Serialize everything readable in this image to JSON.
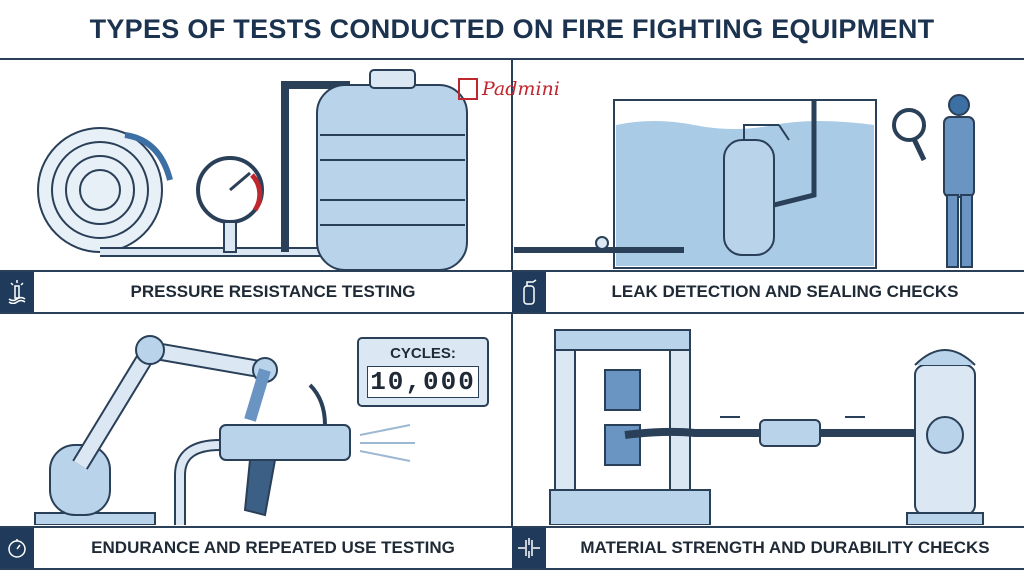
{
  "title": "TYPES OF TESTS CONDUCTED ON FIRE FIGHTING EQUIPMENT",
  "logo": {
    "text": "Padmini",
    "color": "#c0262d"
  },
  "panels": [
    {
      "label": "PRESSURE RESISTANCE TESTING",
      "icon": "pressure-icon"
    },
    {
      "label": "LEAK DETECTION AND SEALING CHECKS",
      "icon": "fire-extinguisher-icon"
    },
    {
      "label": "ENDURANCE AND REPEATED USE TESTING",
      "icon": "stopwatch-icon"
    },
    {
      "label": "MATERIAL STRENGTH AND DURABILITY CHECKS",
      "icon": "tension-icon"
    }
  ],
  "counter": {
    "label": "CYCLES:",
    "value": "10,000"
  },
  "colors": {
    "navy": "#1f3a5a",
    "light_blue": "#b9d3ea",
    "water": "#a9cbe6"
  }
}
